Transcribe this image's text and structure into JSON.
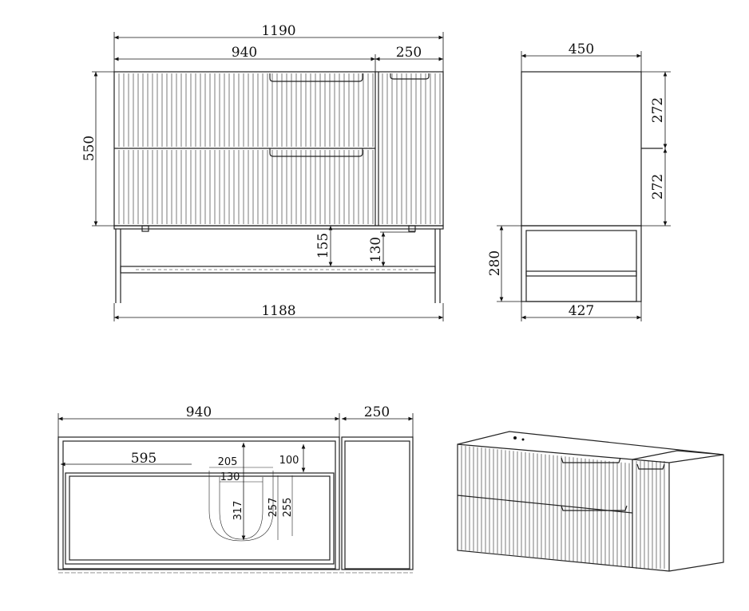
{
  "front_view": {
    "overall_width": "1190",
    "drawer_width": "940",
    "side_cabinet_width": "250",
    "height": "550",
    "leg_clearance": "155",
    "shelf_clearance": "130",
    "base_width": "1188"
  },
  "side_view": {
    "depth": "450",
    "upper_drawer_height": "272",
    "lower_drawer_height": "272",
    "leg_height": "280",
    "base_depth": "427"
  },
  "plan_view": {
    "drawer_width": "940",
    "side_cabinet_width": "250",
    "offset": "595",
    "cutout_outer_width": "205",
    "cutout_inner_width": "130",
    "top_clearance": "100",
    "cutout_depth": "317",
    "depth_a": "257",
    "depth_b": "255"
  },
  "line_color": "#222222"
}
